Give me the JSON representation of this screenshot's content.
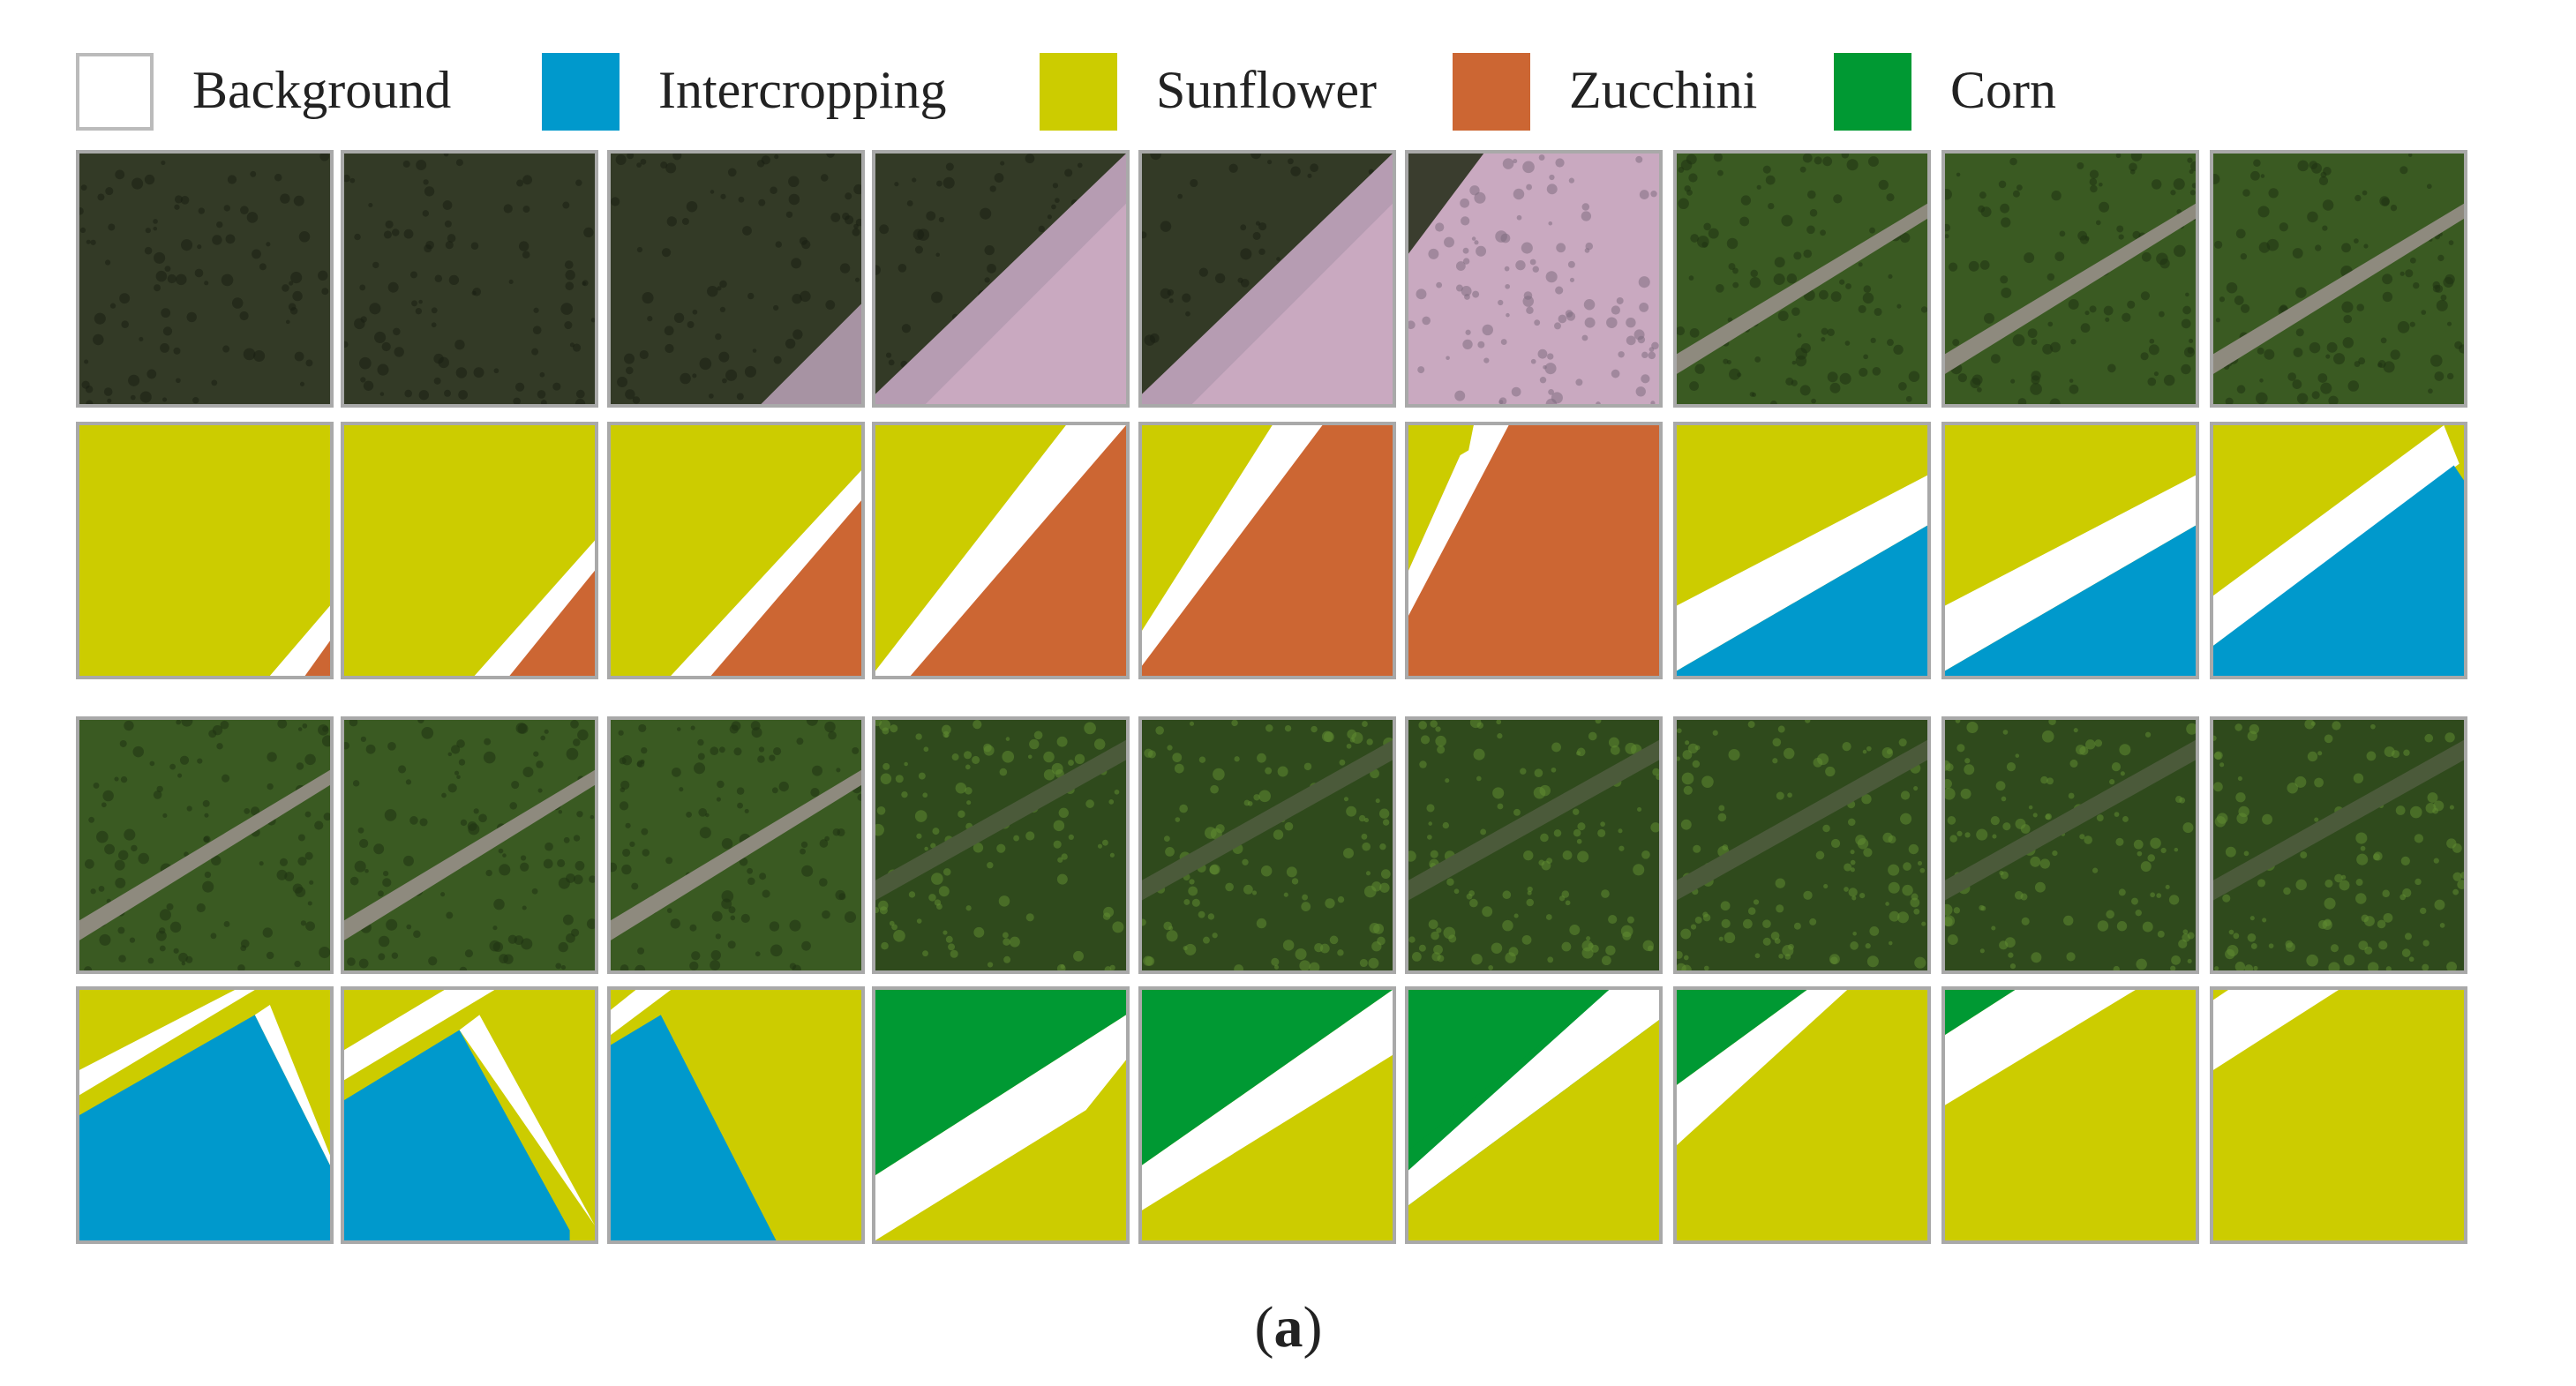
{
  "legend": [
    {
      "label": "Background",
      "color": "#ffffff"
    },
    {
      "label": "Intercropping",
      "color": "#0099cc"
    },
    {
      "label": "Sunflower",
      "color": "#cccc00"
    },
    {
      "label": "Zucchini",
      "color": "#cc6633"
    },
    {
      "label": "Corn",
      "color": "#009933"
    }
  ],
  "caption": {
    "open": "(",
    "letter": "a",
    "close": ")"
  },
  "colors": {
    "background": "#ffffff",
    "intercropping": "#0099cc",
    "sunflower": "#cccc00",
    "zucchini": "#cc6633",
    "corn": "#009933",
    "dark_crop": "#333a26",
    "green_crop": "#3a5a22",
    "pink_crop": "#c9a9c0",
    "tile_border": "#a9a9a9"
  },
  "rows": [
    {
      "kind": "aerial",
      "tiles": [
        "sunflower-dark",
        "sunflower-dark",
        "sunflower-zucchini-edge",
        "sunflower-zucchini",
        "sunflower-zucchini",
        "zucchini-pink",
        "green-intercrop",
        "green-intercrop",
        "green-intercrop"
      ]
    },
    {
      "kind": "mask",
      "tiles": [
        "sunflower-zucchini-corner",
        "sunflower-zucchini-small",
        "sunflower-zucchini-mid",
        "sunflower-zucchini-half",
        "sunflower-zucchini-more",
        "zucchini-mostly",
        "sunflower-intercrop",
        "sunflower-intercrop",
        "sunflower-intercrop-high"
      ]
    },
    {
      "kind": "aerial",
      "tiles": [
        "green-intercrop",
        "green-intercrop",
        "green-intercrop",
        "green-corn",
        "green-corn",
        "green-corn",
        "green-corn",
        "green-corn",
        "green-corn"
      ]
    },
    {
      "kind": "mask",
      "tiles": [
        "intercrop-sunflower-a",
        "intercrop-sunflower-b",
        "intercrop-sunflower-c",
        "corn-sunflower-a",
        "corn-sunflower-b",
        "corn-sunflower-c",
        "corn-sunflower-d",
        "corn-sunflower-e",
        "sunflower-only"
      ]
    }
  ]
}
